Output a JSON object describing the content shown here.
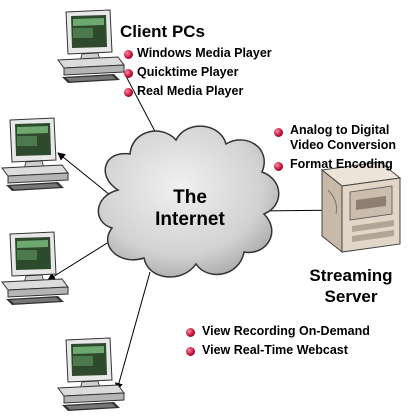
{
  "client_title": "Client PCs",
  "client_players": [
    "Windows Media Player",
    "Quicktime Player",
    "Real Media Player"
  ],
  "cloud_label": [
    "The",
    "Internet"
  ],
  "server_features": [
    "Analog to Digital Video Conversion",
    "Format Encoding"
  ],
  "server_feature_lines": [
    [
      "Analog to Digital",
      "Video Conversion"
    ],
    [
      "Format Encoding"
    ]
  ],
  "server_label": [
    "Streaming",
    "Server"
  ],
  "delivery_modes": [
    "View Recording On-Demand",
    "View Real-Time Webcast"
  ],
  "colors": {
    "bullet": "#c0103a",
    "cloud": "#d4d4d4",
    "cloud_outline": "#333333"
  },
  "icons": {
    "client": "desktop-computer-icon",
    "server": "server-tower-icon",
    "bullet": "bullet-icon"
  }
}
